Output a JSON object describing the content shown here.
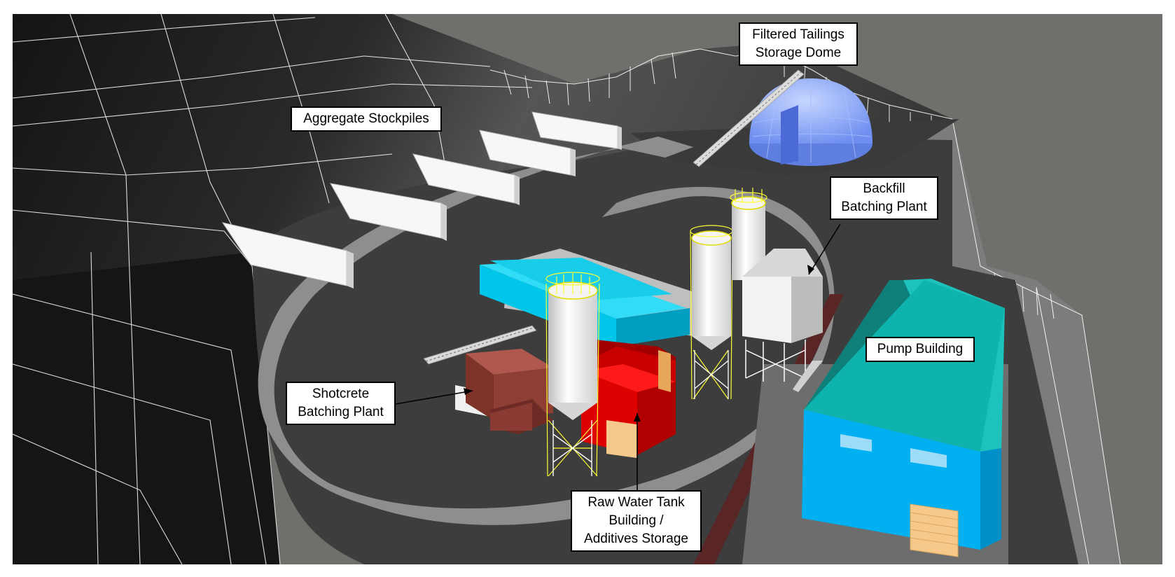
{
  "labels": {
    "aggregate_stockpiles": [
      "Aggregate Stockpiles"
    ],
    "tailings_dome": [
      "Filtered Tailings",
      "Storage Dome"
    ],
    "backfill_plant": [
      "Backfill",
      "Batching Plant"
    ],
    "pump_building": [
      "Pump Building"
    ],
    "shotcrete_plant": [
      "Shotcrete",
      "Batching Plant"
    ],
    "raw_water_tank": [
      "Raw Water Tank",
      "Building /",
      "Additives Storage"
    ]
  },
  "colors": {
    "background": "#6f706c",
    "terrain_dark": "#1f1f1f",
    "pad": "#3c3c3c",
    "road": "#8e8e8e",
    "dome": "#8fb0ff",
    "pump_roof": "#0fb3ad",
    "pump_wall": "#00b0f0",
    "door": "#f6c98a",
    "cyan_building": "#00d2f2",
    "red_building": "#e00000",
    "brown_building": "#8a3a32",
    "silo": "#ececec",
    "silo_frame": "#ffff33"
  }
}
